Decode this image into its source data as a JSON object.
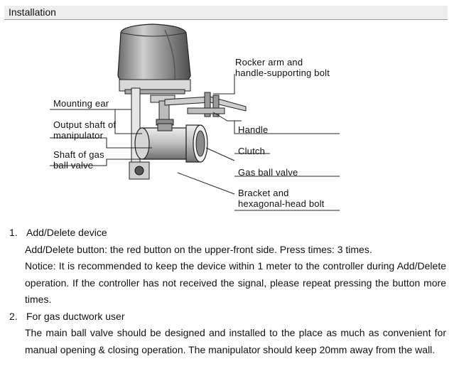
{
  "header": {
    "title": "Installation"
  },
  "diagram": {
    "labels": {
      "mounting_ear": "Mounting ear",
      "output_shaft": [
        "Output shaft of",
        "manipulator"
      ],
      "shaft_valve": [
        "Shaft of gas",
        "ball valve"
      ],
      "rocker_arm": [
        "Rocker arm and",
        "handle-supporting bolt"
      ],
      "handle": "Handle",
      "clutch": "Clutch",
      "gas_ball_valve": "Gas ball valve",
      "bracket": [
        "Bracket and",
        "hexagonal-head bolt"
      ]
    }
  },
  "sections": [
    {
      "number": "1.",
      "title": "Add/Delete device",
      "paragraphs": [
        "Add/Delete button: the red button on the upper-front side. Press times: 3 times.",
        "Notice: It is recommended to keep the device within 1 meter to the controller during Add/Delete operation. If the controller has not received the signal, please repeat pressing the button more times."
      ]
    },
    {
      "number": "2.",
      "title": "For gas ductwork user",
      "paragraphs": [
        "The main ball valve should be designed and installed to the place as much as convenient for manual opening & closing operation. The manipulator should keep 20mm away from the wall."
      ]
    }
  ]
}
